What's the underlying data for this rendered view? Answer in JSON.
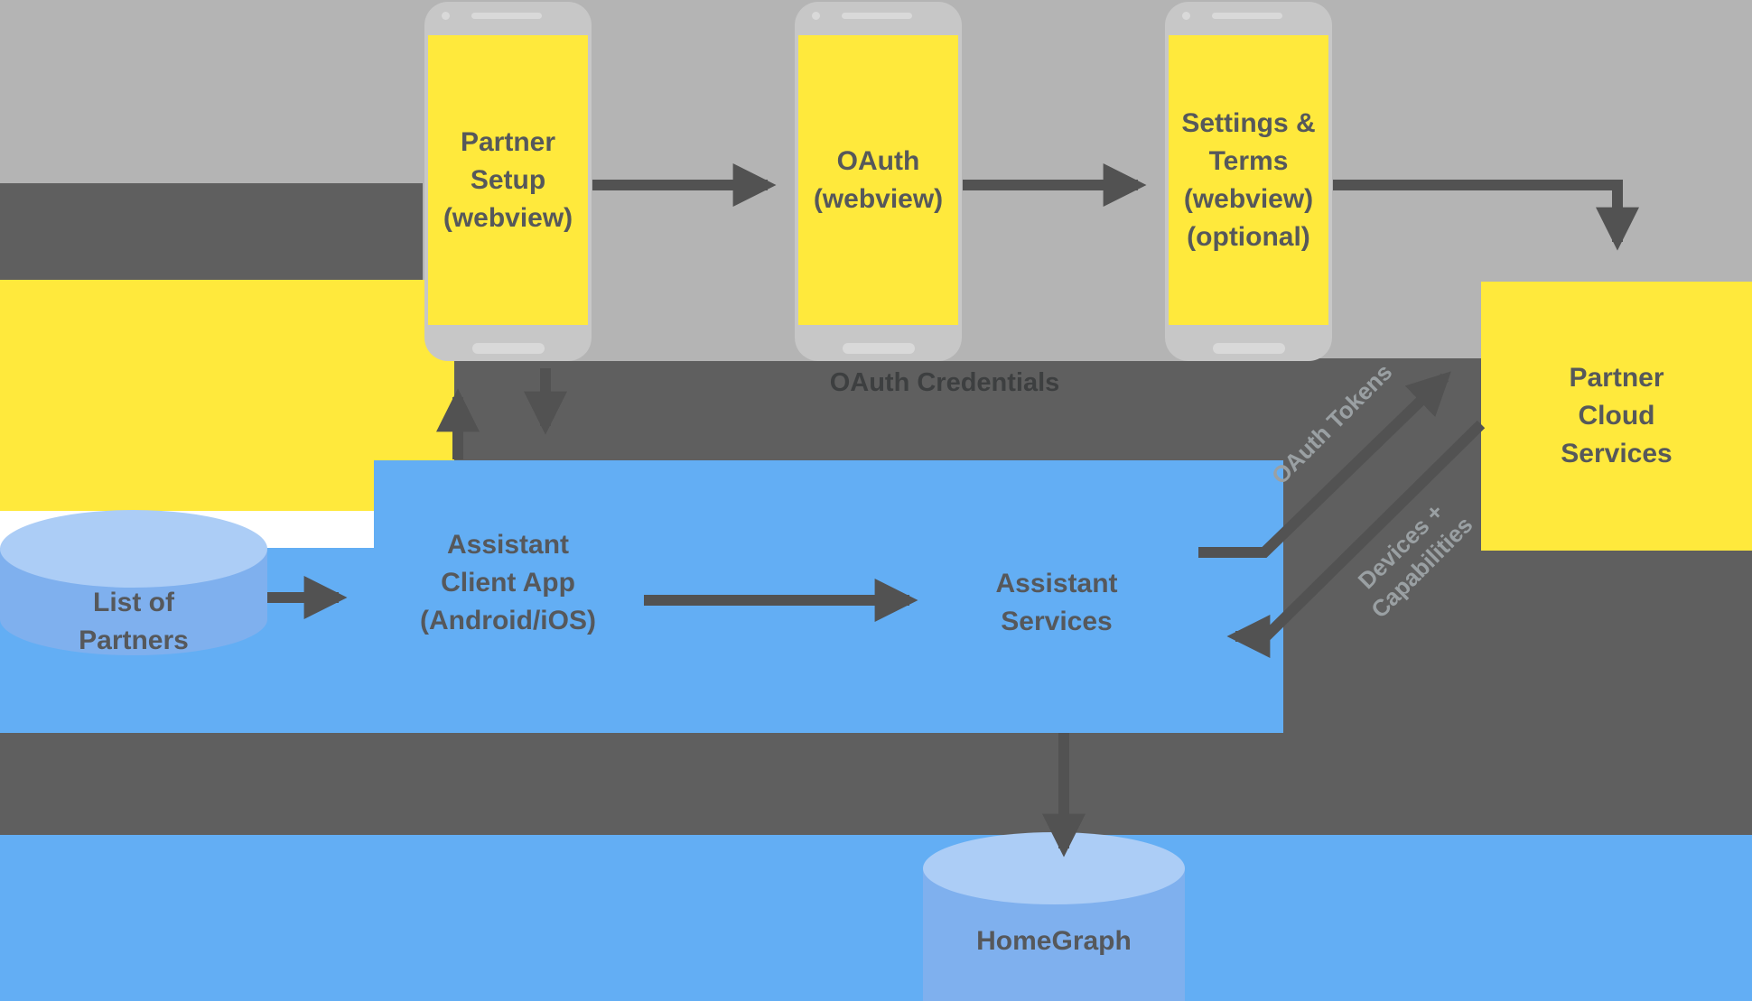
{
  "phones": [
    {
      "lines": [
        "Partner",
        "Setup",
        "(webview)"
      ]
    },
    {
      "lines": [
        "OAuth",
        "(webview)"
      ]
    },
    {
      "lines": [
        "Settings &",
        "Terms",
        "(webview)",
        "(optional)"
      ]
    }
  ],
  "flow_labels": {
    "oauth_credentials": "OAuth Credentials",
    "oauth_tokens": "OAuth Tokens",
    "devices_line1": "Devices +",
    "devices_line2": "Capabilities"
  },
  "boxes": {
    "partner_cloud": {
      "lines": [
        "Partner",
        "Cloud",
        "Services"
      ]
    },
    "assistant_client": {
      "lines": [
        "Assistant",
        "Client App",
        "(Android/iOS)"
      ]
    },
    "assistant_services": {
      "lines": [
        "Assistant",
        "Services"
      ]
    }
  },
  "datastores": {
    "list_of_partners": {
      "lines": [
        "List of",
        "Partners"
      ]
    },
    "homegraph": {
      "label": "HomeGraph"
    }
  },
  "colors": {
    "accent_yellow": "#ffe93c",
    "accent_blue": "#63aef4",
    "dark_band": "#5f5f5f",
    "light_band": "#b4b4b4",
    "arrow": "#525252"
  }
}
